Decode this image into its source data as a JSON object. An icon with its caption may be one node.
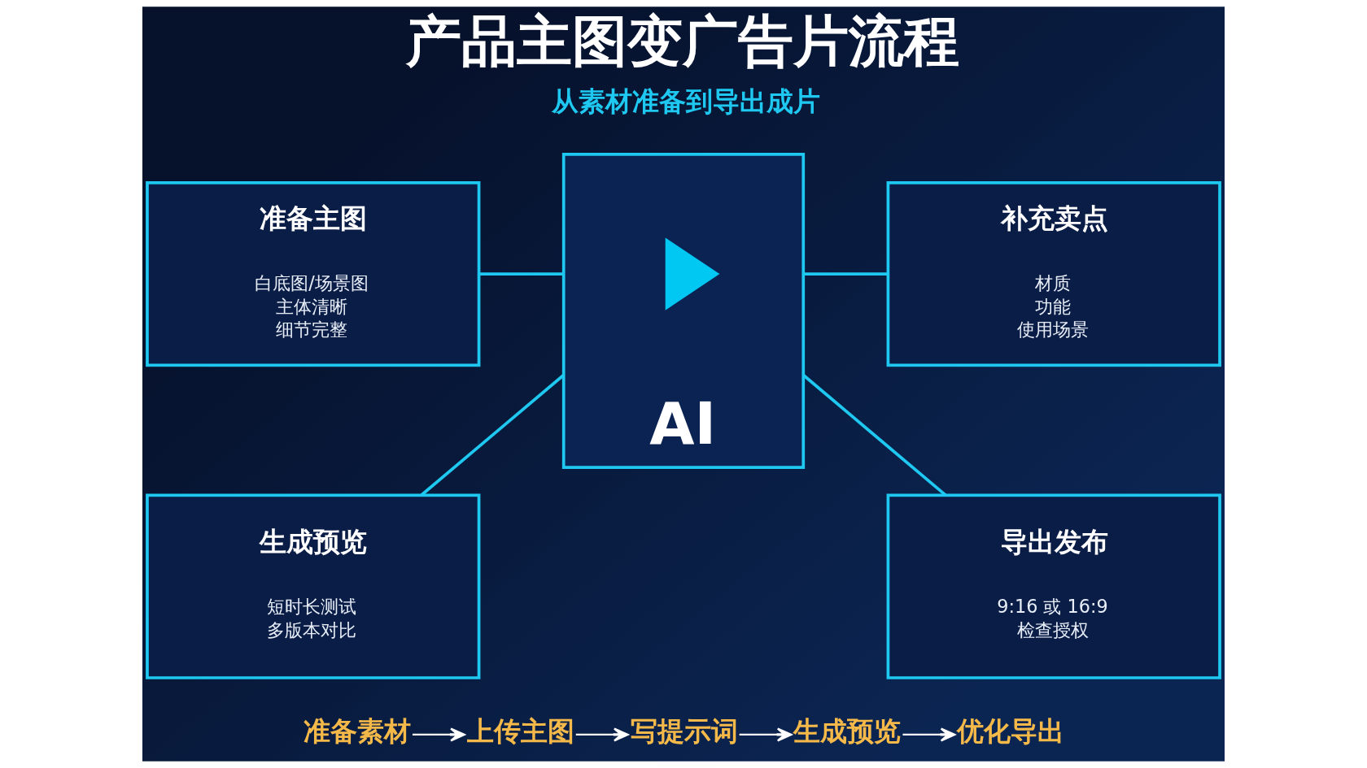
{
  "diagram": {
    "title": "产品主图变广告片流程",
    "nodes": [
      {
        "text": [
          "准备主图",
          "白底图/场景图",
          "主体清晰",
          "细节完整"
        ]
      },
      {
        "text": [
          "AI"
        ]
      },
      {
        "text": [],
        "shape": "triangle",
        "in": 1
      },
      {
        "text": [
          "补充卖点",
          "材质",
          "功能",
          "使用场景"
        ]
      },
      {
        "text": [
          "生成预览",
          "短时长测试",
          "多版本对比"
        ]
      },
      {
        "text": [
          "导出发布",
          "9:16 或 16:9",
          "检查授权"
        ]
      },
      {
        "text": [
          "准备素材"
        ]
      },
      {
        "text": [
          "上传主图"
        ]
      },
      {
        "text": [
          "写提示词"
        ]
      },
      {
        "text": [
          "生成预览"
        ]
      },
      {
        "text": [
          "优化导出"
        ]
      }
    ],
    "edges": [
      {
        "from": 0,
        "to": 1,
        "arrow": "none"
      },
      {
        "from": 1,
        "to": 3,
        "arrow": "none"
      },
      {
        "from": 1,
        "to": 4,
        "arrow": "none"
      },
      {
        "from": 1,
        "to": 5,
        "arrow": "none"
      },
      {
        "from": 6,
        "to": 7,
        "arrow": "to",
        "color": "#ffffff"
      },
      {
        "from": 7,
        "to": 8,
        "arrow": "to",
        "color": "#ffffff"
      },
      {
        "from": 8,
        "to": 9,
        "arrow": "to",
        "color": "#ffffff"
      },
      {
        "from": 9,
        "to": 10,
        "arrow": "to",
        "color": "#ffffff"
      }
    ],
    "labels": [
      "从素材准备到导出成片"
    ]
  }
}
